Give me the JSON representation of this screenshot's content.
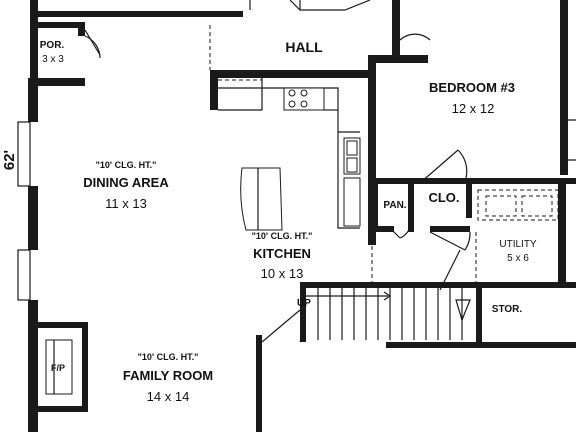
{
  "rooms": {
    "porch": {
      "name": "POR.",
      "size": "3 x 3"
    },
    "hall": {
      "name": "HALL"
    },
    "bedroom3": {
      "name": "BEDROOM #3",
      "size": "12 x 12"
    },
    "dining": {
      "ceiling": "\"10' CLG. HT.\"",
      "name": "DINING AREA",
      "size": "11 x 13"
    },
    "kitchen": {
      "ceiling": "\"10' CLG. HT.\"",
      "name": "KITCHEN",
      "size": "10 x 13"
    },
    "pantry": {
      "name": "PAN."
    },
    "closet": {
      "name": "CLO."
    },
    "utility": {
      "name": "UTILITY",
      "size": "5 x 6"
    },
    "storage": {
      "name": "STOR."
    },
    "family": {
      "ceiling": "\"10' CLG. HT.\"",
      "name": "FAMILY ROOM",
      "size": "14 x 14"
    },
    "fireplace": {
      "name": "F/P"
    }
  },
  "stairs": {
    "label": "UP"
  },
  "dimension": {
    "label": "62'"
  }
}
